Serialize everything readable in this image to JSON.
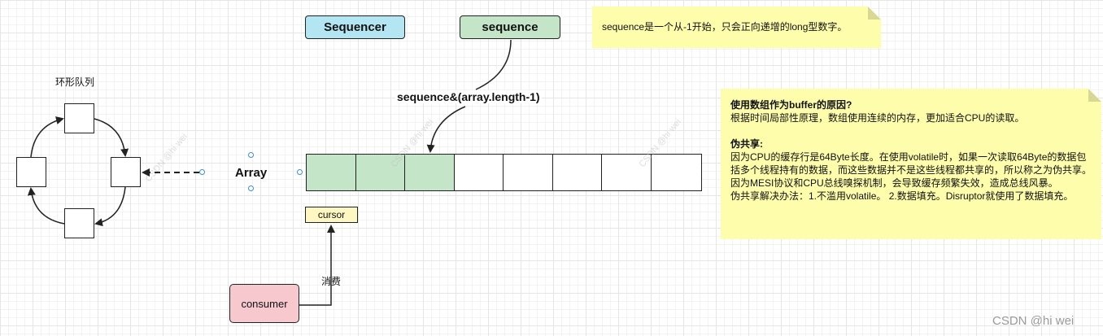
{
  "ring": {
    "label": "环形队列"
  },
  "array": {
    "label": "Array",
    "cells": 8,
    "filled_cells": 3
  },
  "sequencer": {
    "label": "Sequencer",
    "fill": "#b3e6f2"
  },
  "sequence": {
    "label": "sequence",
    "fill": "#c5e5c8"
  },
  "formula": {
    "label": "sequence&(array.length-1)"
  },
  "cursor": {
    "label": "cursor",
    "fill": "#fff7c2"
  },
  "consumer": {
    "label": "consumer",
    "fill": "#f8c8cf"
  },
  "consume_edge": {
    "label": "消费"
  },
  "note_top": {
    "text": "sequence是一个从-1开始，只会正向递增的long型数字。"
  },
  "note_right": {
    "title": "使用数组作为buffer的原因?",
    "reason": "根据时间局部性原理，数组使用连续的内存，更加适合CPU的读取。",
    "false_sharing_title": "伪共享:",
    "false_sharing_body": "因为CPU的缓存行是64Byte长度。在使用volatile时，如果一次读取64Byte的数据包括多个线程持有的数据，而这些数据并不是这些线程都共享的，所以称之为伪共享。因为MESI协议和CPU总线嗅探机制，会导致缓存频繁失效，造成总线风暴。",
    "solution": "伪共享解决办法：1.不滥用volatile。   2.数据填充。Disruptor就使用了数据填充。"
  },
  "watermark": {
    "text": "CSDN @hi wei"
  },
  "colors": {
    "note": "#fdfdab",
    "filled_cell": "#c5e5c8",
    "line": "#222222",
    "handle": "#3a8fd6"
  }
}
